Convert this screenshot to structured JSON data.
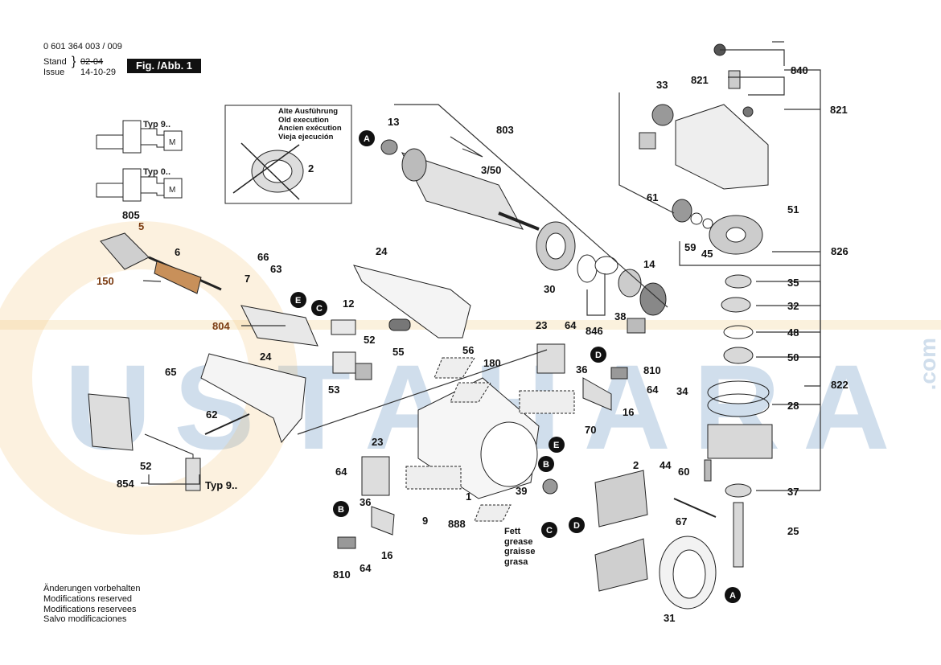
{
  "header": {
    "part_number": "0 601 364 003 / 009",
    "stand_label": "Stand",
    "issue_label": "Issue",
    "stand_date": "02-04",
    "issue_date": "14-10-29",
    "fig_label": "Fig. /Abb. 1"
  },
  "old_execution": [
    "Alte Ausführung",
    "Old execution",
    "Ancien exécution",
    "Vieja ejecución"
  ],
  "grease_note": [
    "Fett",
    "grease",
    "graisse",
    "grasa"
  ],
  "footer_notes": [
    "Änderungen vorbehalten",
    "Modifications reserved",
    "Modifications reservees",
    "Salvo modificaciones"
  ],
  "watermark": {
    "text": "USTAHARA",
    "suffix": ".com"
  },
  "type_labels": {
    "typ_9": "Typ 9..",
    "typ_0": "Typ 0..",
    "typ_9_bottom": "Typ 9.."
  },
  "circle_markers": [
    "A",
    "B",
    "C",
    "D",
    "E"
  ],
  "part_labels": {
    "p0601": "840",
    "p821a": "821",
    "p821b": "821",
    "p33": "33",
    "p13": "13",
    "p803": "803",
    "p3_50": "3/50",
    "p2a": "2",
    "p805": "805",
    "p5": "5",
    "p6": "6",
    "p150": "150",
    "p66": "66",
    "p63": "63",
    "p7": "7",
    "p24a": "24",
    "p12": "12",
    "p804": "804",
    "p52a": "52",
    "p55": "55",
    "p53": "53",
    "p24b": "24",
    "p65": "65",
    "p62": "62",
    "p52b": "52",
    "p854": "854",
    "p61": "61",
    "p51": "51",
    "p59": "59",
    "p45": "45",
    "p826": "826",
    "p30": "30",
    "p14": "14",
    "p38": "38",
    "p846": "846",
    "p35": "35",
    "p32": "32",
    "p48": "48",
    "p50": "50",
    "p34": "34",
    "p28": "28",
    "p822": "822",
    "p60": "60",
    "p37": "37",
    "p25": "25",
    "p23a": "23",
    "p64a": "64",
    "p56": "56",
    "p180": "180",
    "p36a": "36",
    "p810a": "810",
    "p64b": "64",
    "p16a": "16",
    "p70": "70",
    "p23b": "23",
    "p64c": "64",
    "p36b": "36",
    "p9": "9",
    "p1": "1",
    "p888": "888",
    "p39": "39",
    "p16b": "16",
    "p810b": "810",
    "p64d": "64",
    "p2b": "2",
    "p44": "44",
    "p67": "67",
    "p31": "31"
  }
}
